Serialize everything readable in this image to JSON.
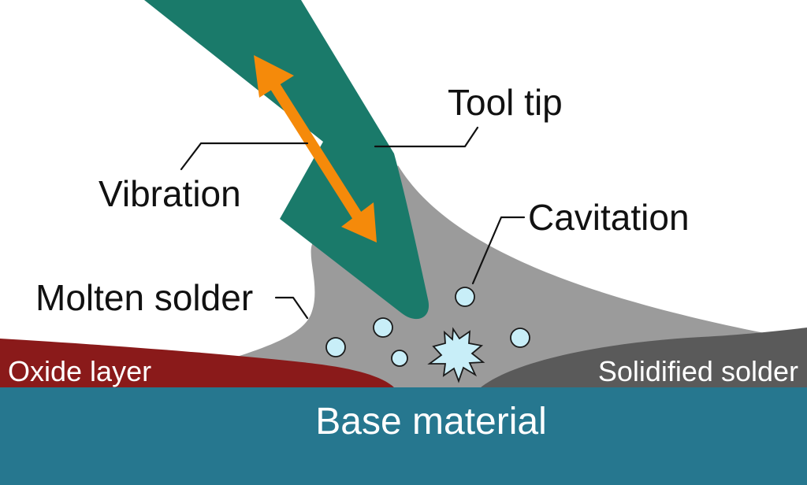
{
  "labels": {
    "tool_tip": "Tool tip",
    "vibration": "Vibration",
    "cavitation": "Cavitation",
    "molten_solder": "Molten solder",
    "oxide_layer": "Oxide layer",
    "solidified_solder": "Solidified solder",
    "base_material": "Base material"
  },
  "colors": {
    "tool": "#1a7a6a",
    "molten_solder": "#9b9b9b",
    "oxide_layer": "#8a1a1a",
    "solidified_solder": "#5a5a5a",
    "base_material": "#26778f",
    "vibration_arrow": "#f58a0a",
    "bubble": "#c8eef8"
  },
  "icons": {
    "vibration_arrow": "double-headed-arrow",
    "cavitation": "bubbles-and-collapsing-bubble"
  }
}
